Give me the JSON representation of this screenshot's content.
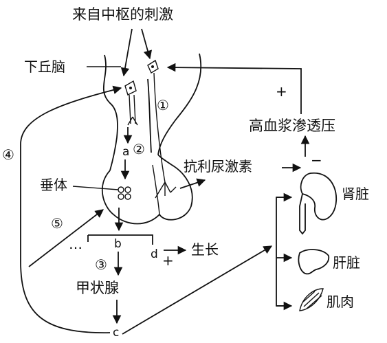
{
  "labels": {
    "stimulus": "来自中枢的刺激",
    "hypothalamus": "下丘脑",
    "pituitary": "垂体",
    "adh": "抗利尿激素",
    "high_osmotic": "高血浆渗透压",
    "kidney": "肾脏",
    "liver": "肝脏",
    "muscle": "肌肉",
    "thyroid": "甲状腺",
    "growth": "生长",
    "ellipsis": "…"
  },
  "markers": {
    "m1": "①",
    "m2": "②",
    "m3": "③",
    "m4": "④",
    "m5": "⑤",
    "a": "a",
    "b": "b",
    "c": "c",
    "d": "d",
    "plus_osm": "+",
    "plus_d": "+",
    "minus": "−"
  }
}
